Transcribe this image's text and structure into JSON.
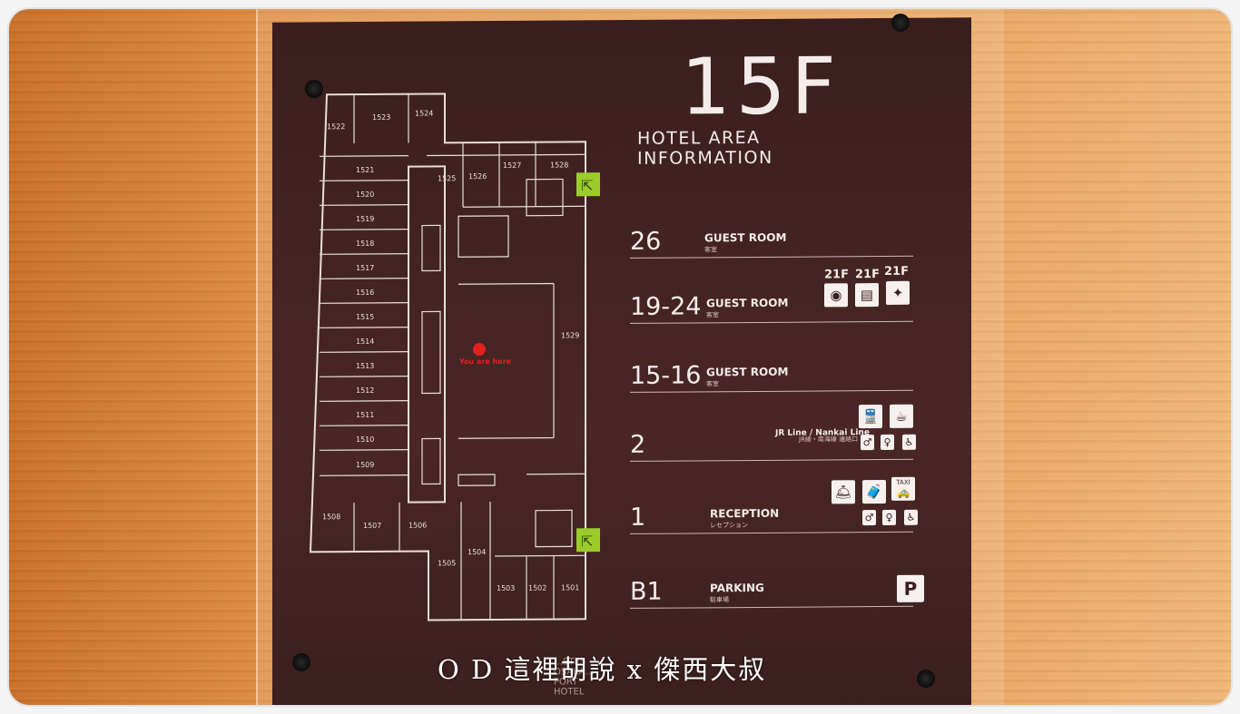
{
  "sign": {
    "floor": "15F",
    "subtitle": "HOTEL AREA INFORMATION"
  },
  "directory": [
    {
      "floor": "26",
      "label": "GUEST ROOM",
      "sub": "客室"
    },
    {
      "floor": "19-24",
      "label": "GUEST ROOM",
      "sub": "客室",
      "picto_floors": [
        "21F",
        "21F",
        "21F"
      ]
    },
    {
      "floor": "15-16",
      "label": "GUEST ROOM",
      "sub": "客室"
    },
    {
      "floor": "2",
      "label": "JR Line / Nankai Line",
      "sub": "JR線・南海線 連絡口"
    },
    {
      "floor": "1",
      "label": "RECEPTION",
      "sub": "レセプション",
      "taxi": "TAXI"
    },
    {
      "floor": "B1",
      "label": "PARKING",
      "sub": "駐車場",
      "parking": "P"
    }
  ],
  "map": {
    "you_are_here": "You are here",
    "rooms": [
      "1522",
      "1523",
      "1524",
      "1521",
      "1520",
      "1519",
      "1518",
      "1517",
      "1516",
      "1515",
      "1514",
      "1513",
      "1512",
      "1511",
      "1510",
      "1509",
      "1508",
      "1507",
      "1506",
      "1505",
      "1504",
      "1503",
      "1502",
      "1501",
      "1525",
      "1526",
      "1527",
      "1528",
      "1529"
    ]
  },
  "footer": {
    "watermark": "O D 這裡胡說 x 傑西大叔",
    "tiny": "…STES OSAKA…PORT HOTEL"
  },
  "colors": {
    "sign_bg": "#3f2020",
    "line": "#e8dedb",
    "marker": "#e32020",
    "exit_green": "#9ccc2c"
  },
  "icons": [
    "exit-icon",
    "laundry-icon",
    "vending-icon",
    "ice-icon",
    "train-icon",
    "cafe-icon",
    "restroom-men-icon",
    "restroom-women-icon",
    "accessible-icon",
    "concierge-icon",
    "luggage-icon",
    "taxi-icon",
    "parking-icon"
  ]
}
